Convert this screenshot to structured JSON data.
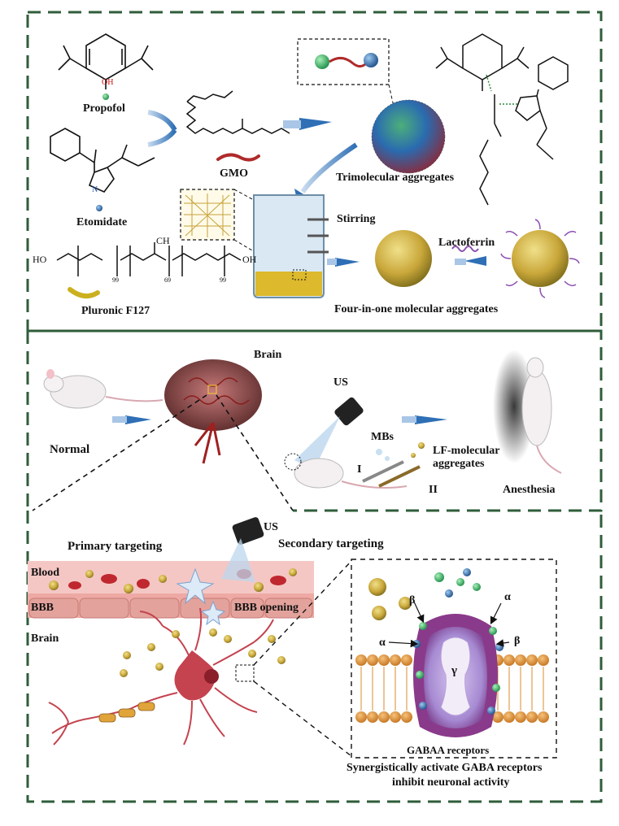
{
  "panel1": {
    "propofol": "Propofol",
    "etomidate": "Etomidate",
    "gmo": "GMO",
    "trimolecular": "Trimolecular aggregates",
    "stirring": "Stirring",
    "lactoferrin": "Lactoferrin",
    "pluronic": "Pluronic F127",
    "four_in_one": "Four-in-one molecular aggregates",
    "oh": "OH",
    "ho": "HO",
    "ch3": "CH",
    "sub99a": "99",
    "sub69": "69",
    "sub99b": "99"
  },
  "panel2": {
    "brain": "Brain",
    "us": "US",
    "normal": "Normal",
    "mbs": "MBs",
    "lf_line1": "LF-molecular",
    "lf_line2": "aggregates",
    "roman1": "I",
    "roman2": "II",
    "anesthesia": "Anesthesia"
  },
  "panel3": {
    "us": "US",
    "primary": "Primary targeting",
    "secondary": "Secondary targeting",
    "blood": "Blood",
    "bbb": "BBB",
    "bbb_opening": "BBB opening",
    "brain": "Brain",
    "alpha1": "α",
    "beta1": "β",
    "alpha2": "α",
    "beta2": "β",
    "gamma": "γ",
    "gaba_receptors": "GABAA receptors",
    "caption_line1": "Synergistically activate GABA receptors",
    "caption_line2": "inhibit neuronal activity"
  },
  "colors": {
    "frame": "#2f5d3a",
    "arrow": "#2e6fb5",
    "membrane": "#d98c2b",
    "receptor": "#8a4fa0",
    "vessel": "#e8a0a0",
    "neuron": "#c4434f"
  }
}
